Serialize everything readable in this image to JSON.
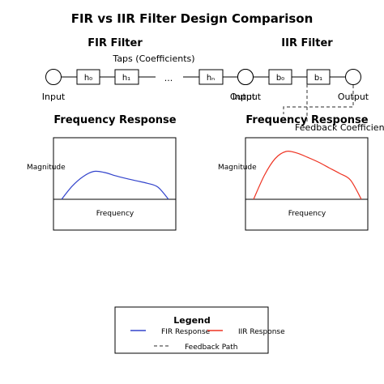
{
  "title": "FIR vs IIR Filter Design Comparison",
  "fir": {
    "heading": "FIR Filter",
    "taps_label": "Taps (Coefficients)",
    "input_label": "Input",
    "output_label": "Output",
    "taps": [
      "h₀",
      "h₁",
      "hₙ"
    ],
    "ellipsis": "...",
    "response": {
      "heading": "Frequency Response",
      "ylabel": "Magnitude",
      "xlabel": "Frequency",
      "color": "#3344cc",
      "shape": [
        [
          0.0,
          0.0
        ],
        [
          0.1,
          0.38
        ],
        [
          0.2,
          0.65
        ],
        [
          0.3,
          0.8
        ],
        [
          0.4,
          0.77
        ],
        [
          0.5,
          0.68
        ],
        [
          0.6,
          0.6
        ],
        [
          0.7,
          0.53
        ],
        [
          0.8,
          0.46
        ],
        [
          0.9,
          0.35
        ],
        [
          1.0,
          0.0
        ]
      ]
    }
  },
  "iir": {
    "heading": "IIR Filter",
    "input_label": "Input",
    "output_label": "Output",
    "coeffs": [
      "b₀",
      "b₁"
    ],
    "feedback_label": "Feedback Coefficients",
    "response": {
      "heading": "Frequency Response",
      "ylabel": "Magnitude",
      "xlabel": "Frequency",
      "color": "#ee3322",
      "shape": [
        [
          0.0,
          0.0
        ],
        [
          0.1,
          0.5
        ],
        [
          0.2,
          0.85
        ],
        [
          0.3,
          1.0
        ],
        [
          0.4,
          0.97
        ],
        [
          0.5,
          0.88
        ],
        [
          0.6,
          0.78
        ],
        [
          0.7,
          0.66
        ],
        [
          0.8,
          0.54
        ],
        [
          0.9,
          0.4
        ],
        [
          1.0,
          0.0
        ]
      ]
    }
  },
  "legend": {
    "title": "Legend",
    "fir_label": "FIR Response",
    "iir_label": "IIR Response",
    "feedback_label": "Feedback Path",
    "fir_color": "#3344cc",
    "iir_color": "#ee3322",
    "feedback_color": "#555555"
  }
}
